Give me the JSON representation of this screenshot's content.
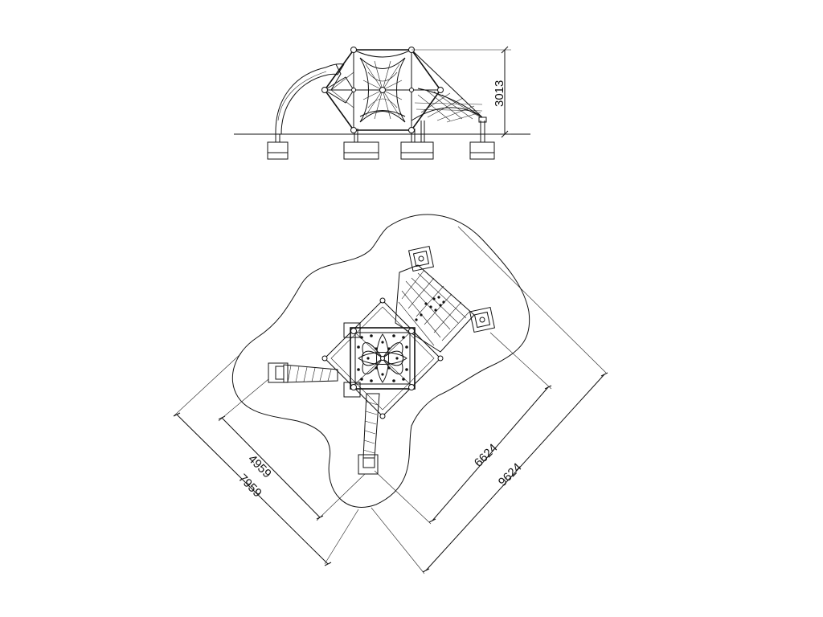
{
  "drawing": {
    "elevation": {
      "height_dimension": "3013"
    },
    "plan": {
      "dim_a": "4959",
      "dim_b": "7959",
      "dim_c": "6624",
      "dim_d": "9624"
    }
  }
}
